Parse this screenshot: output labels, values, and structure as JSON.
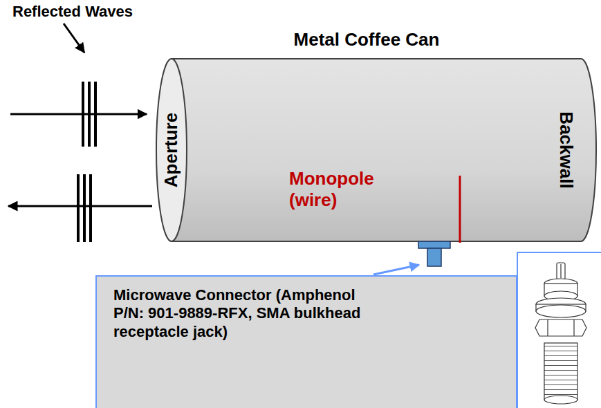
{
  "diagram": {
    "nodes": [
      {
        "text": [
          "Metal Coffee Can",
          "Aperture",
          "Backwall",
          "Monopole (wire)"
        ]
      },
      {
        "text": [
          "Microwave Connector (Amphenol P/N: 901-9889-RFX, SMA bulkhead receptacle jack)"
        ]
      }
    ],
    "labels": [
      "Reflected Waves"
    ]
  }
}
